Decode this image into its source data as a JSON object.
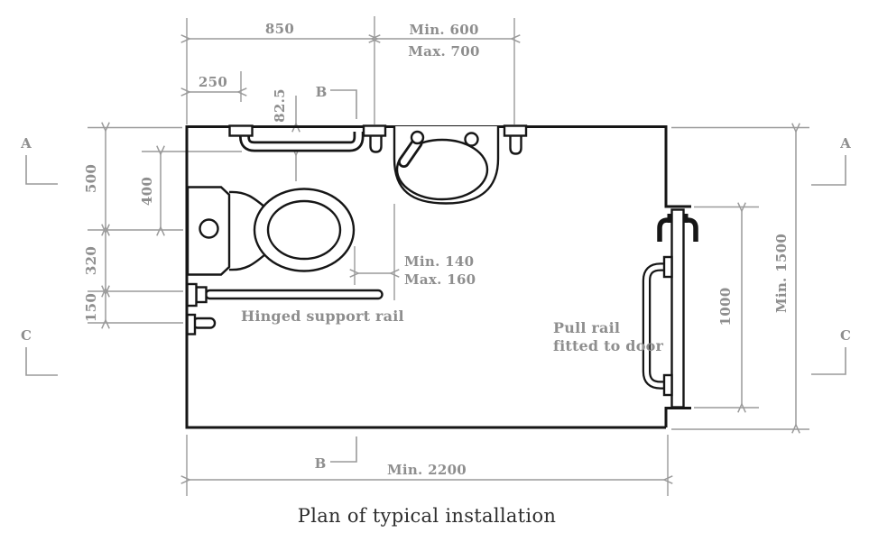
{
  "title": "Plan of typical installation",
  "colors": {
    "background": "#ffffff",
    "drawing_line": "#161616",
    "dimension_line": "#9a9a9a",
    "dimension_text": "#8e8e8e",
    "caption_text": "#2d2d2d"
  },
  "dimensions": {
    "top": {
      "rail_zone_width": "850",
      "basin_zone_min": "Min. 600",
      "basin_zone_max": "Max. 700",
      "corner_to_rail": "250",
      "wall_to_rail_offset": "82.5"
    },
    "left": {
      "wall_to_wc_centre": "500",
      "rail_to_wc_centre": "400",
      "wc_centre_to_hinged_rail": "320",
      "hinged_rail_spacing": "150"
    },
    "clearance": {
      "wc_to_basin_min": "Min. 140",
      "wc_to_basin_max": "Max. 160"
    },
    "right": {
      "door_opening": "1000",
      "room_depth": "Min. 1500"
    },
    "bottom": {
      "room_width": "Min. 2200"
    }
  },
  "labels": {
    "hinged_rail": "Hinged support rail",
    "pull_rail": [
      "Pull rail",
      "fitted to door"
    ]
  },
  "sections": {
    "a": "A",
    "b": "B",
    "c": "C"
  }
}
